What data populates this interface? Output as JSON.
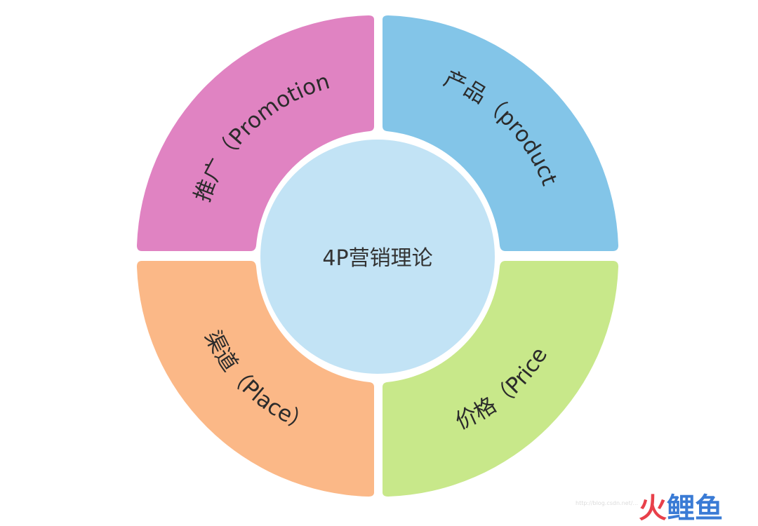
{
  "diagram": {
    "center_label": "4P营销理论",
    "segments": [
      {
        "id": "promotion",
        "label": "推广（Promotion）",
        "color": "#E083C2"
      },
      {
        "id": "product",
        "label": "产品（product）",
        "color": "#83C5E8"
      },
      {
        "id": "place",
        "label": "渠道（Place）",
        "color": "#FBB887"
      },
      {
        "id": "price",
        "label": "价格（Price）",
        "color": "#C8E88A"
      }
    ],
    "center_color": "#C2E3F5"
  },
  "watermark": {
    "text": "火鲤鱼",
    "chars": [
      "火",
      "鲤",
      "鱼"
    ],
    "colors": [
      "#E8404A",
      "#3A7BD5",
      "#3A7BD5"
    ],
    "small_text": "http://blog.csdn.net/..."
  }
}
